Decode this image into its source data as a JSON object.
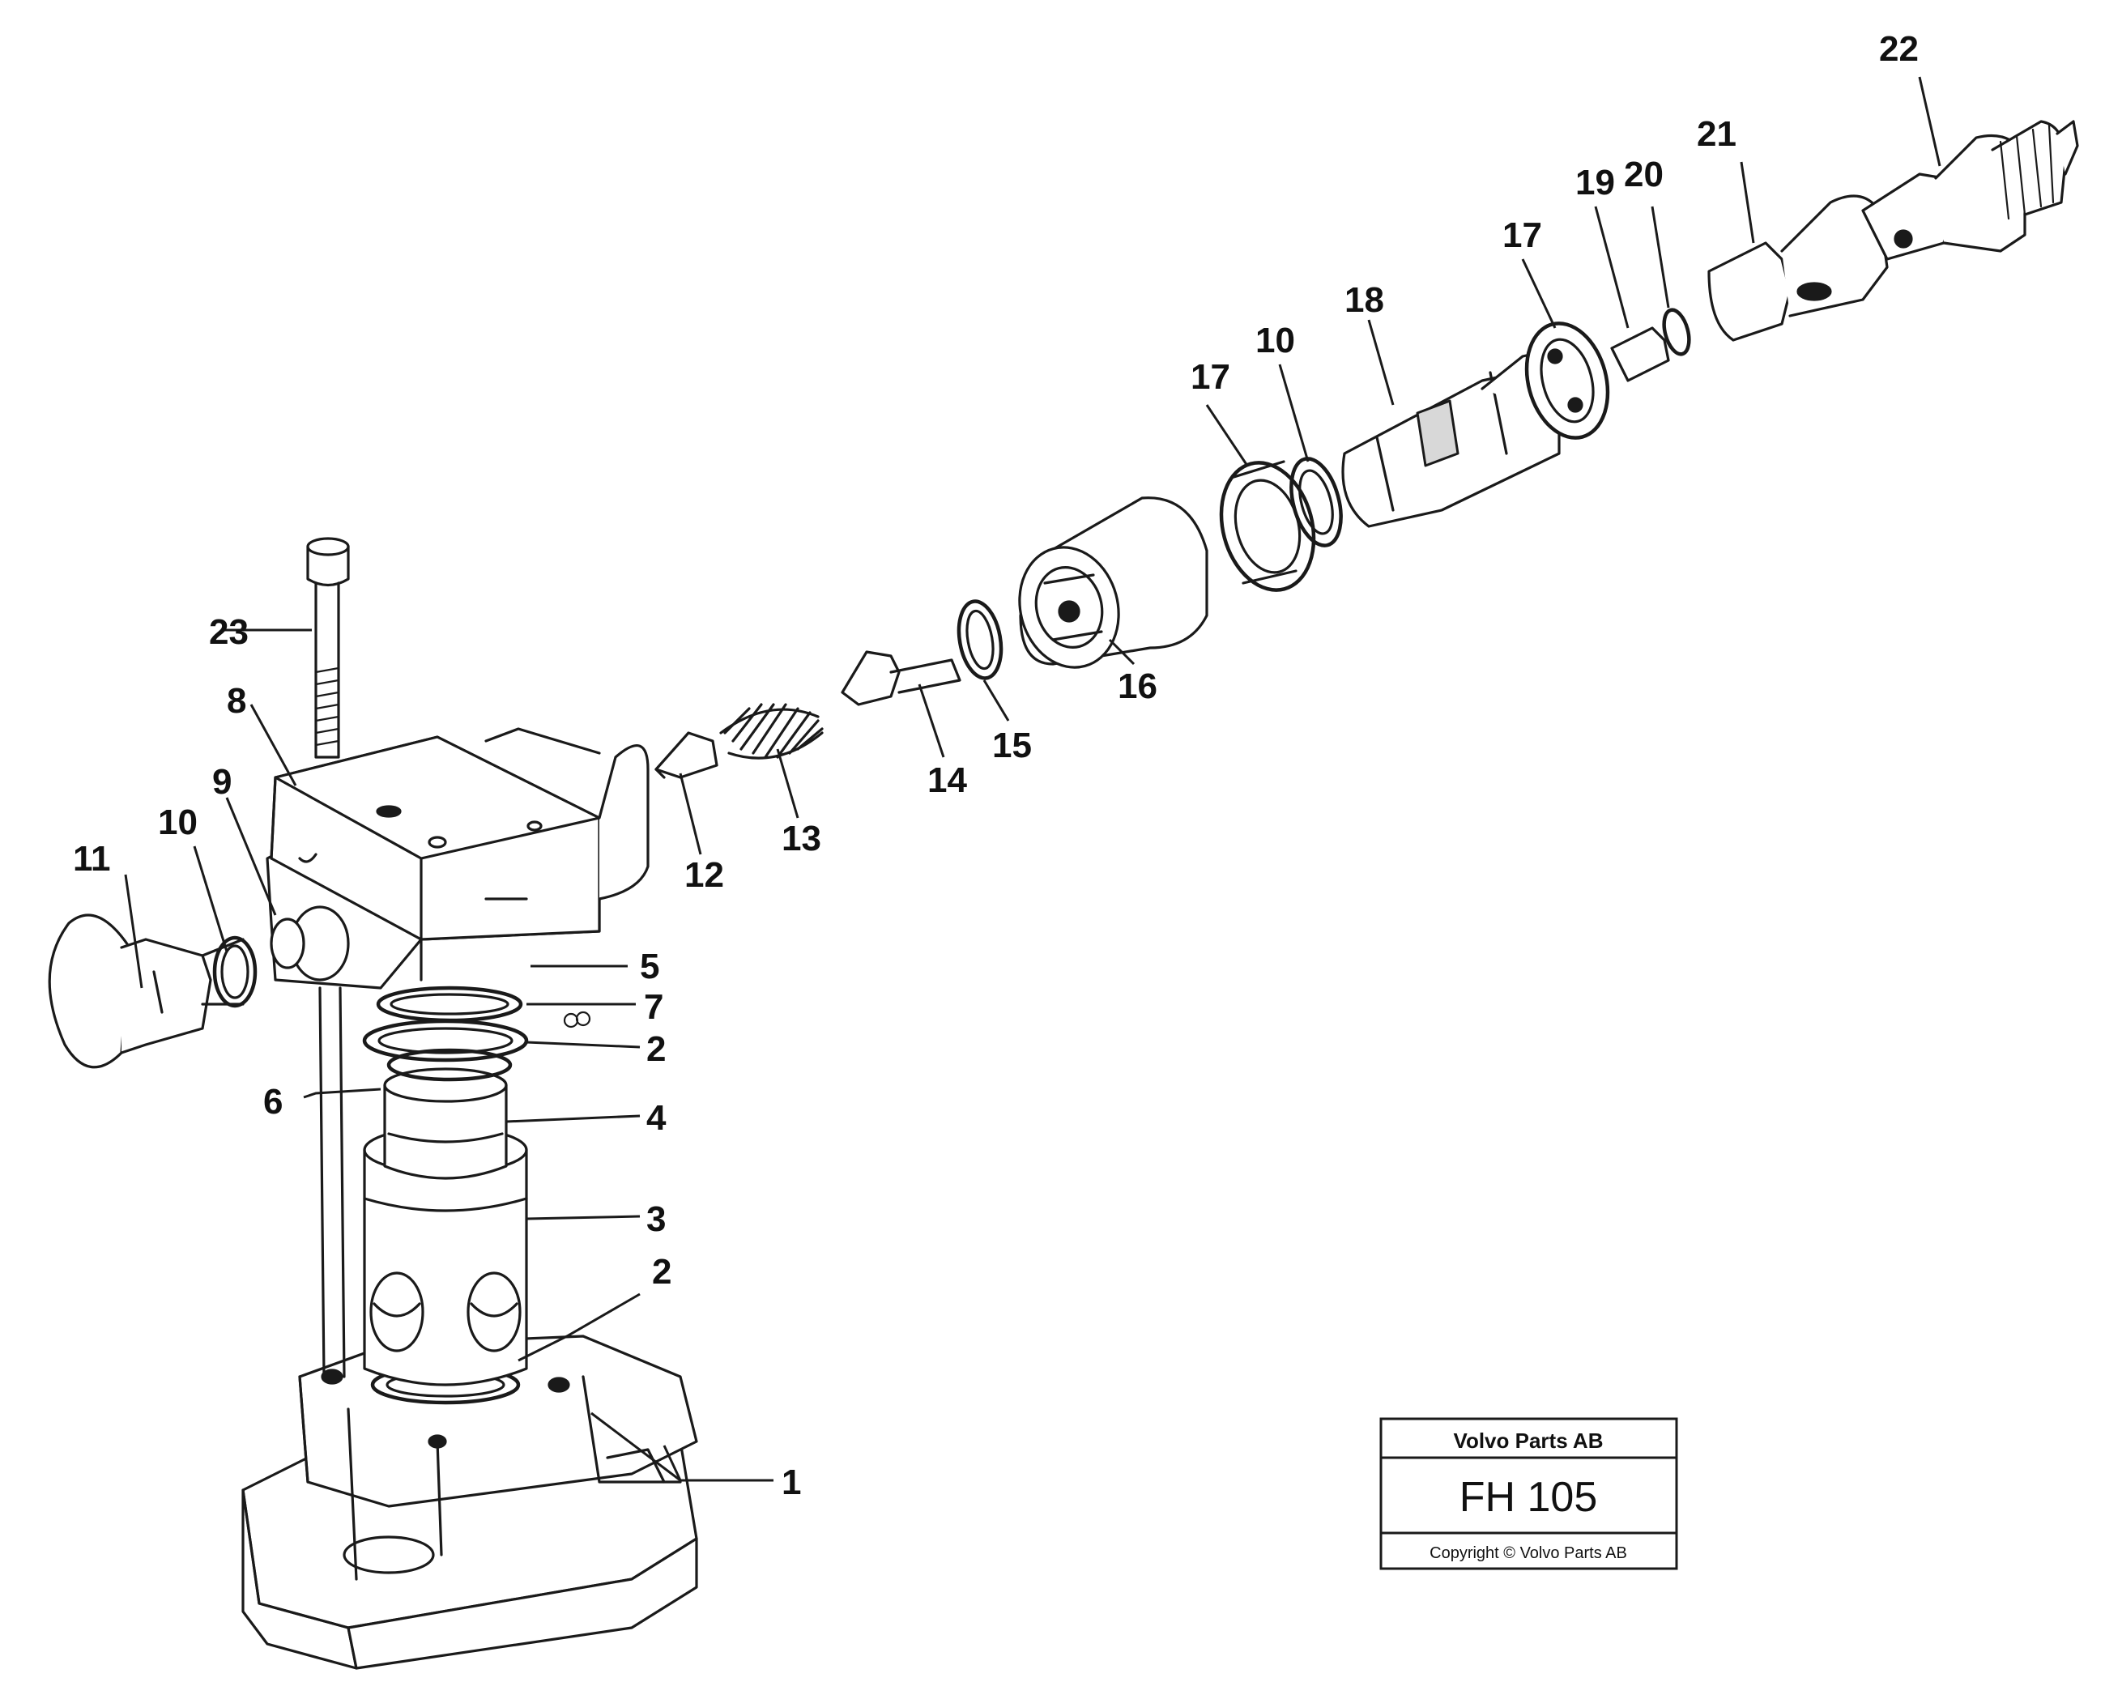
{
  "diagram": {
    "callouts": {
      "c1": "1",
      "c2a": "2",
      "c2b": "2",
      "c3": "3",
      "c4": "4",
      "c5": "5",
      "c6": "6",
      "c7": "7",
      "c8": "8",
      "c9": "9",
      "c10a": "10",
      "c10b": "10",
      "c11": "11",
      "c12": "12",
      "c13": "13",
      "c14": "14",
      "c15": "15",
      "c16": "16",
      "c17a": "17",
      "c17b": "17",
      "c18": "18",
      "c19": "19",
      "c20": "20",
      "c21": "21",
      "c22": "22",
      "c23": "23"
    }
  },
  "title_block": {
    "header": "Volvo Parts AB",
    "code": "FH 105",
    "footer": "Copyright © Volvo Parts AB"
  }
}
